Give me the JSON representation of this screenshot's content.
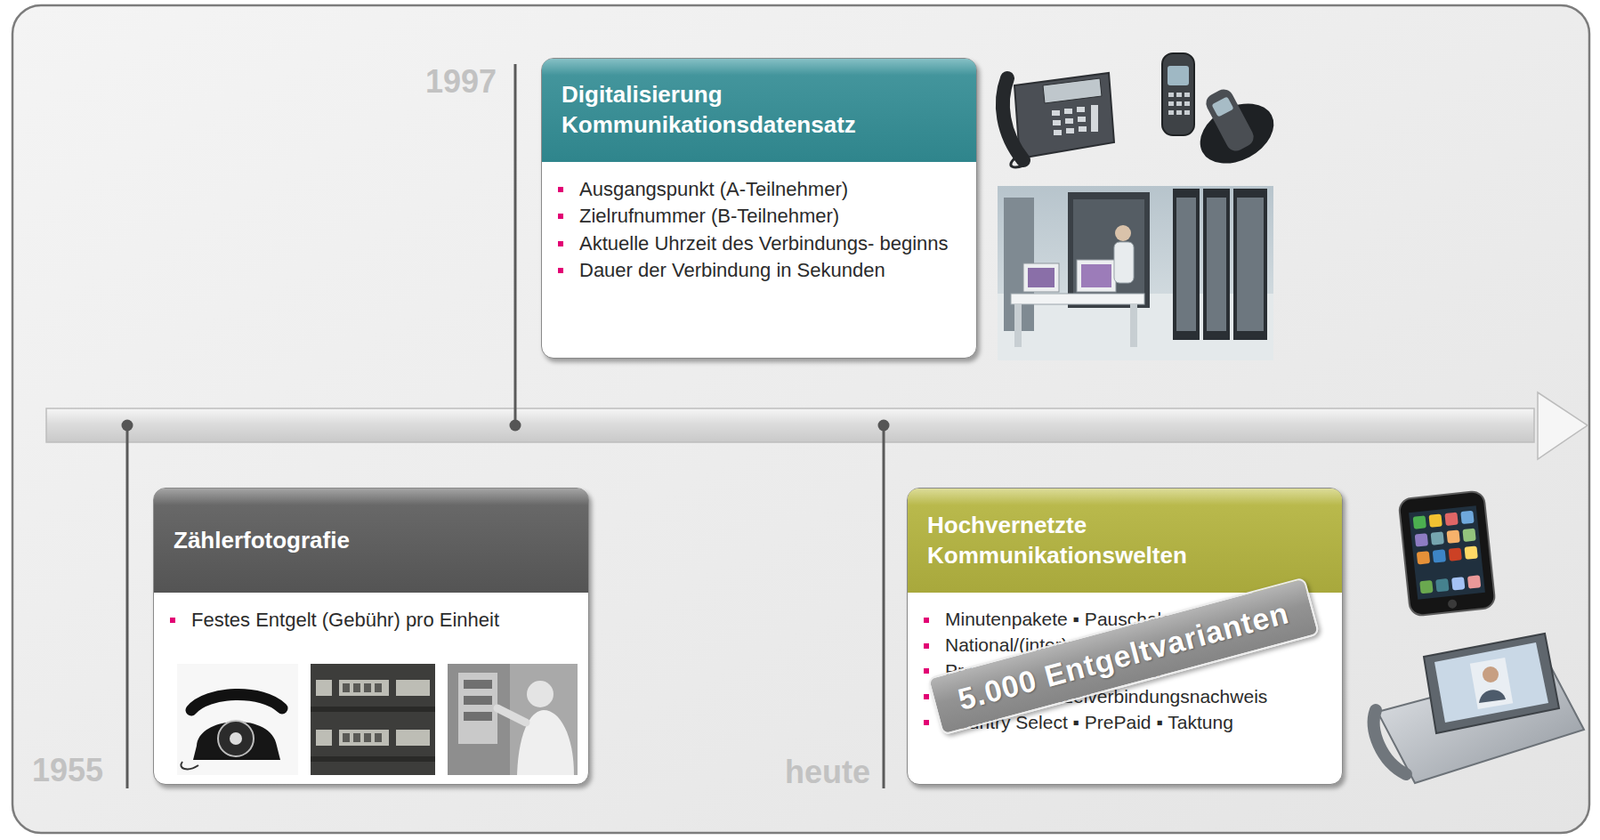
{
  "diagram": {
    "nodes": [
      {
        "text": [
          "Zählerfotografie",
          "Festes Entgelt (Gebühr) pro Einheit"
        ]
      },
      {
        "text": [
          "Digitalisierung Kommunikationsdatensatz",
          "Ausgangspunkt (A-Teilnehmer)",
          "Zielrufnummer (B-Teilnehmer)",
          "Aktuelle Uhrzeit des Verbindungs- beginns",
          "Dauer der Verbindung in Sekunden"
        ]
      },
      {
        "text": [
          "Hochvernetzte Kommunikationswelten",
          "Minutenpakete ▪ Pauschalen",
          "National/(inter)national ▪ 0900",
          "Preselection ▪ Call-by-Call",
          "Roaming ▪ Einzelverbindungsnachweis",
          "Country Select ▪ PrePaid ▪ Taktung"
        ]
      },
      {
        "text": [
          "5.000 Entgeltvarianten"
        ],
        "in": 2
      }
    ],
    "labels": [
      "1955",
      "1997",
      "heute"
    ]
  }
}
